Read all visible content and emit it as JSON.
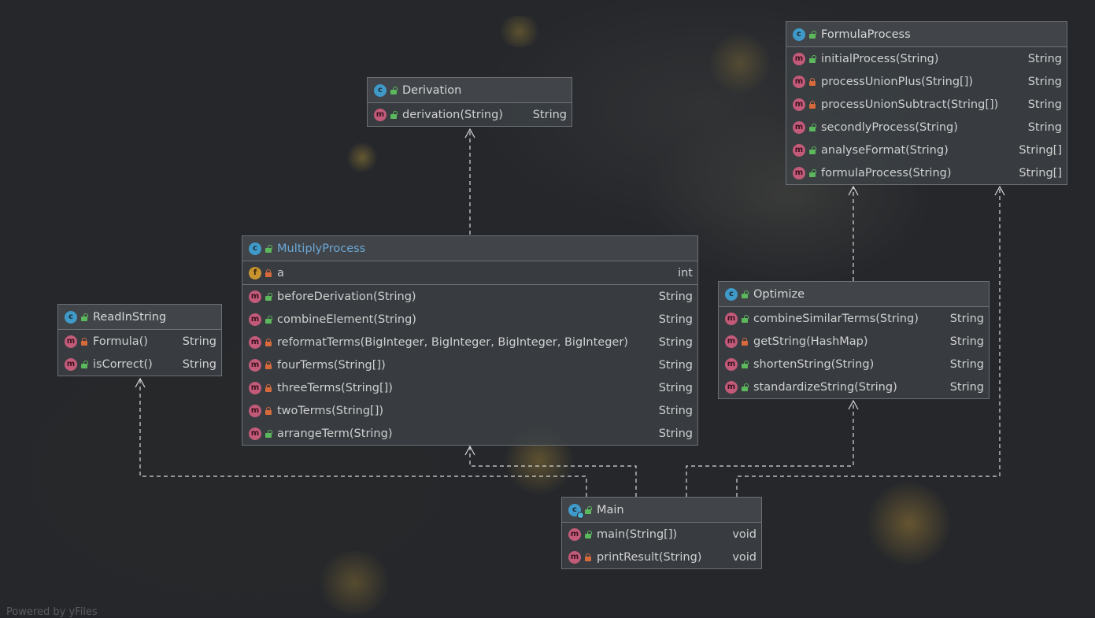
{
  "diagram": {
    "classes": {
      "formula_process": {
        "name": "FormulaProcess",
        "members": [
          {
            "name": "initialProcess(String)",
            "type": "String",
            "visibility": "public"
          },
          {
            "name": "processUnionPlus(String[])",
            "type": "String",
            "visibility": "private"
          },
          {
            "name": "processUnionSubtract(String[])",
            "type": "String",
            "visibility": "private"
          },
          {
            "name": "secondlyProcess(String)",
            "type": "String",
            "visibility": "public"
          },
          {
            "name": "analyseFormat(String)",
            "type": "String[]",
            "visibility": "public"
          },
          {
            "name": "formulaProcess(String)",
            "type": "String[]",
            "visibility": "public"
          }
        ]
      },
      "derivation": {
        "name": "Derivation",
        "members": [
          {
            "name": "derivation(String)",
            "type": "String",
            "visibility": "public"
          }
        ]
      },
      "multiply_process": {
        "name": "MultiplyProcess",
        "fields": [
          {
            "name": "a",
            "type": "int",
            "visibility": "private"
          }
        ],
        "members": [
          {
            "name": "beforeDerivation(String)",
            "type": "String",
            "visibility": "public"
          },
          {
            "name": "combineElement(String)",
            "type": "String",
            "visibility": "public"
          },
          {
            "name": "reformatTerms(BigInteger, BigInteger, BigInteger, BigInteger)",
            "type": "String",
            "visibility": "private"
          },
          {
            "name": "fourTerms(String[])",
            "type": "String",
            "visibility": "private"
          },
          {
            "name": "threeTerms(String[])",
            "type": "String",
            "visibility": "private"
          },
          {
            "name": "twoTerms(String[])",
            "type": "String",
            "visibility": "private"
          },
          {
            "name": "arrangeTerm(String)",
            "type": "String",
            "visibility": "public"
          }
        ]
      },
      "read_in_string": {
        "name": "ReadInString",
        "members": [
          {
            "name": "Formula()",
            "type": "String",
            "visibility": "private"
          },
          {
            "name": "isCorrect()",
            "type": "String",
            "visibility": "public"
          }
        ]
      },
      "optimize": {
        "name": "Optimize",
        "members": [
          {
            "name": "combineSimilarTerms(String)",
            "type": "String",
            "visibility": "public"
          },
          {
            "name": "getString(HashMap)",
            "type": "String",
            "visibility": "private"
          },
          {
            "name": "shortenString(String)",
            "type": "String",
            "visibility": "public"
          },
          {
            "name": "standardizeString(String)",
            "type": "String",
            "visibility": "public"
          }
        ]
      },
      "main": {
        "name": "Main",
        "members": [
          {
            "name": "main(String[])",
            "type": "void",
            "visibility": "public"
          },
          {
            "name": "printResult(String)",
            "type": "void",
            "visibility": "private"
          }
        ]
      }
    },
    "badges": {
      "class": "c",
      "method": "m",
      "field": "f"
    },
    "dependencies": [
      {
        "from": "MultiplyProcess",
        "to": "Derivation"
      },
      {
        "from": "Optimize",
        "to": "FormulaProcess"
      },
      {
        "from": "Main",
        "to": "ReadInString"
      },
      {
        "from": "Main",
        "to": "MultiplyProcess"
      },
      {
        "from": "Main",
        "to": "Optimize"
      },
      {
        "from": "Main",
        "to": "FormulaProcess"
      }
    ],
    "colors": {
      "class_badge": "#3f9ac9",
      "method_badge": "#c25a79",
      "field_badge": "#c7932e",
      "public_lock": "#5cb85c",
      "private_lock": "#d76a3c",
      "highlight_name": "#6aa8d8",
      "edge": "#d8d8d8"
    }
  },
  "watermark": "Powered by yFiles"
}
